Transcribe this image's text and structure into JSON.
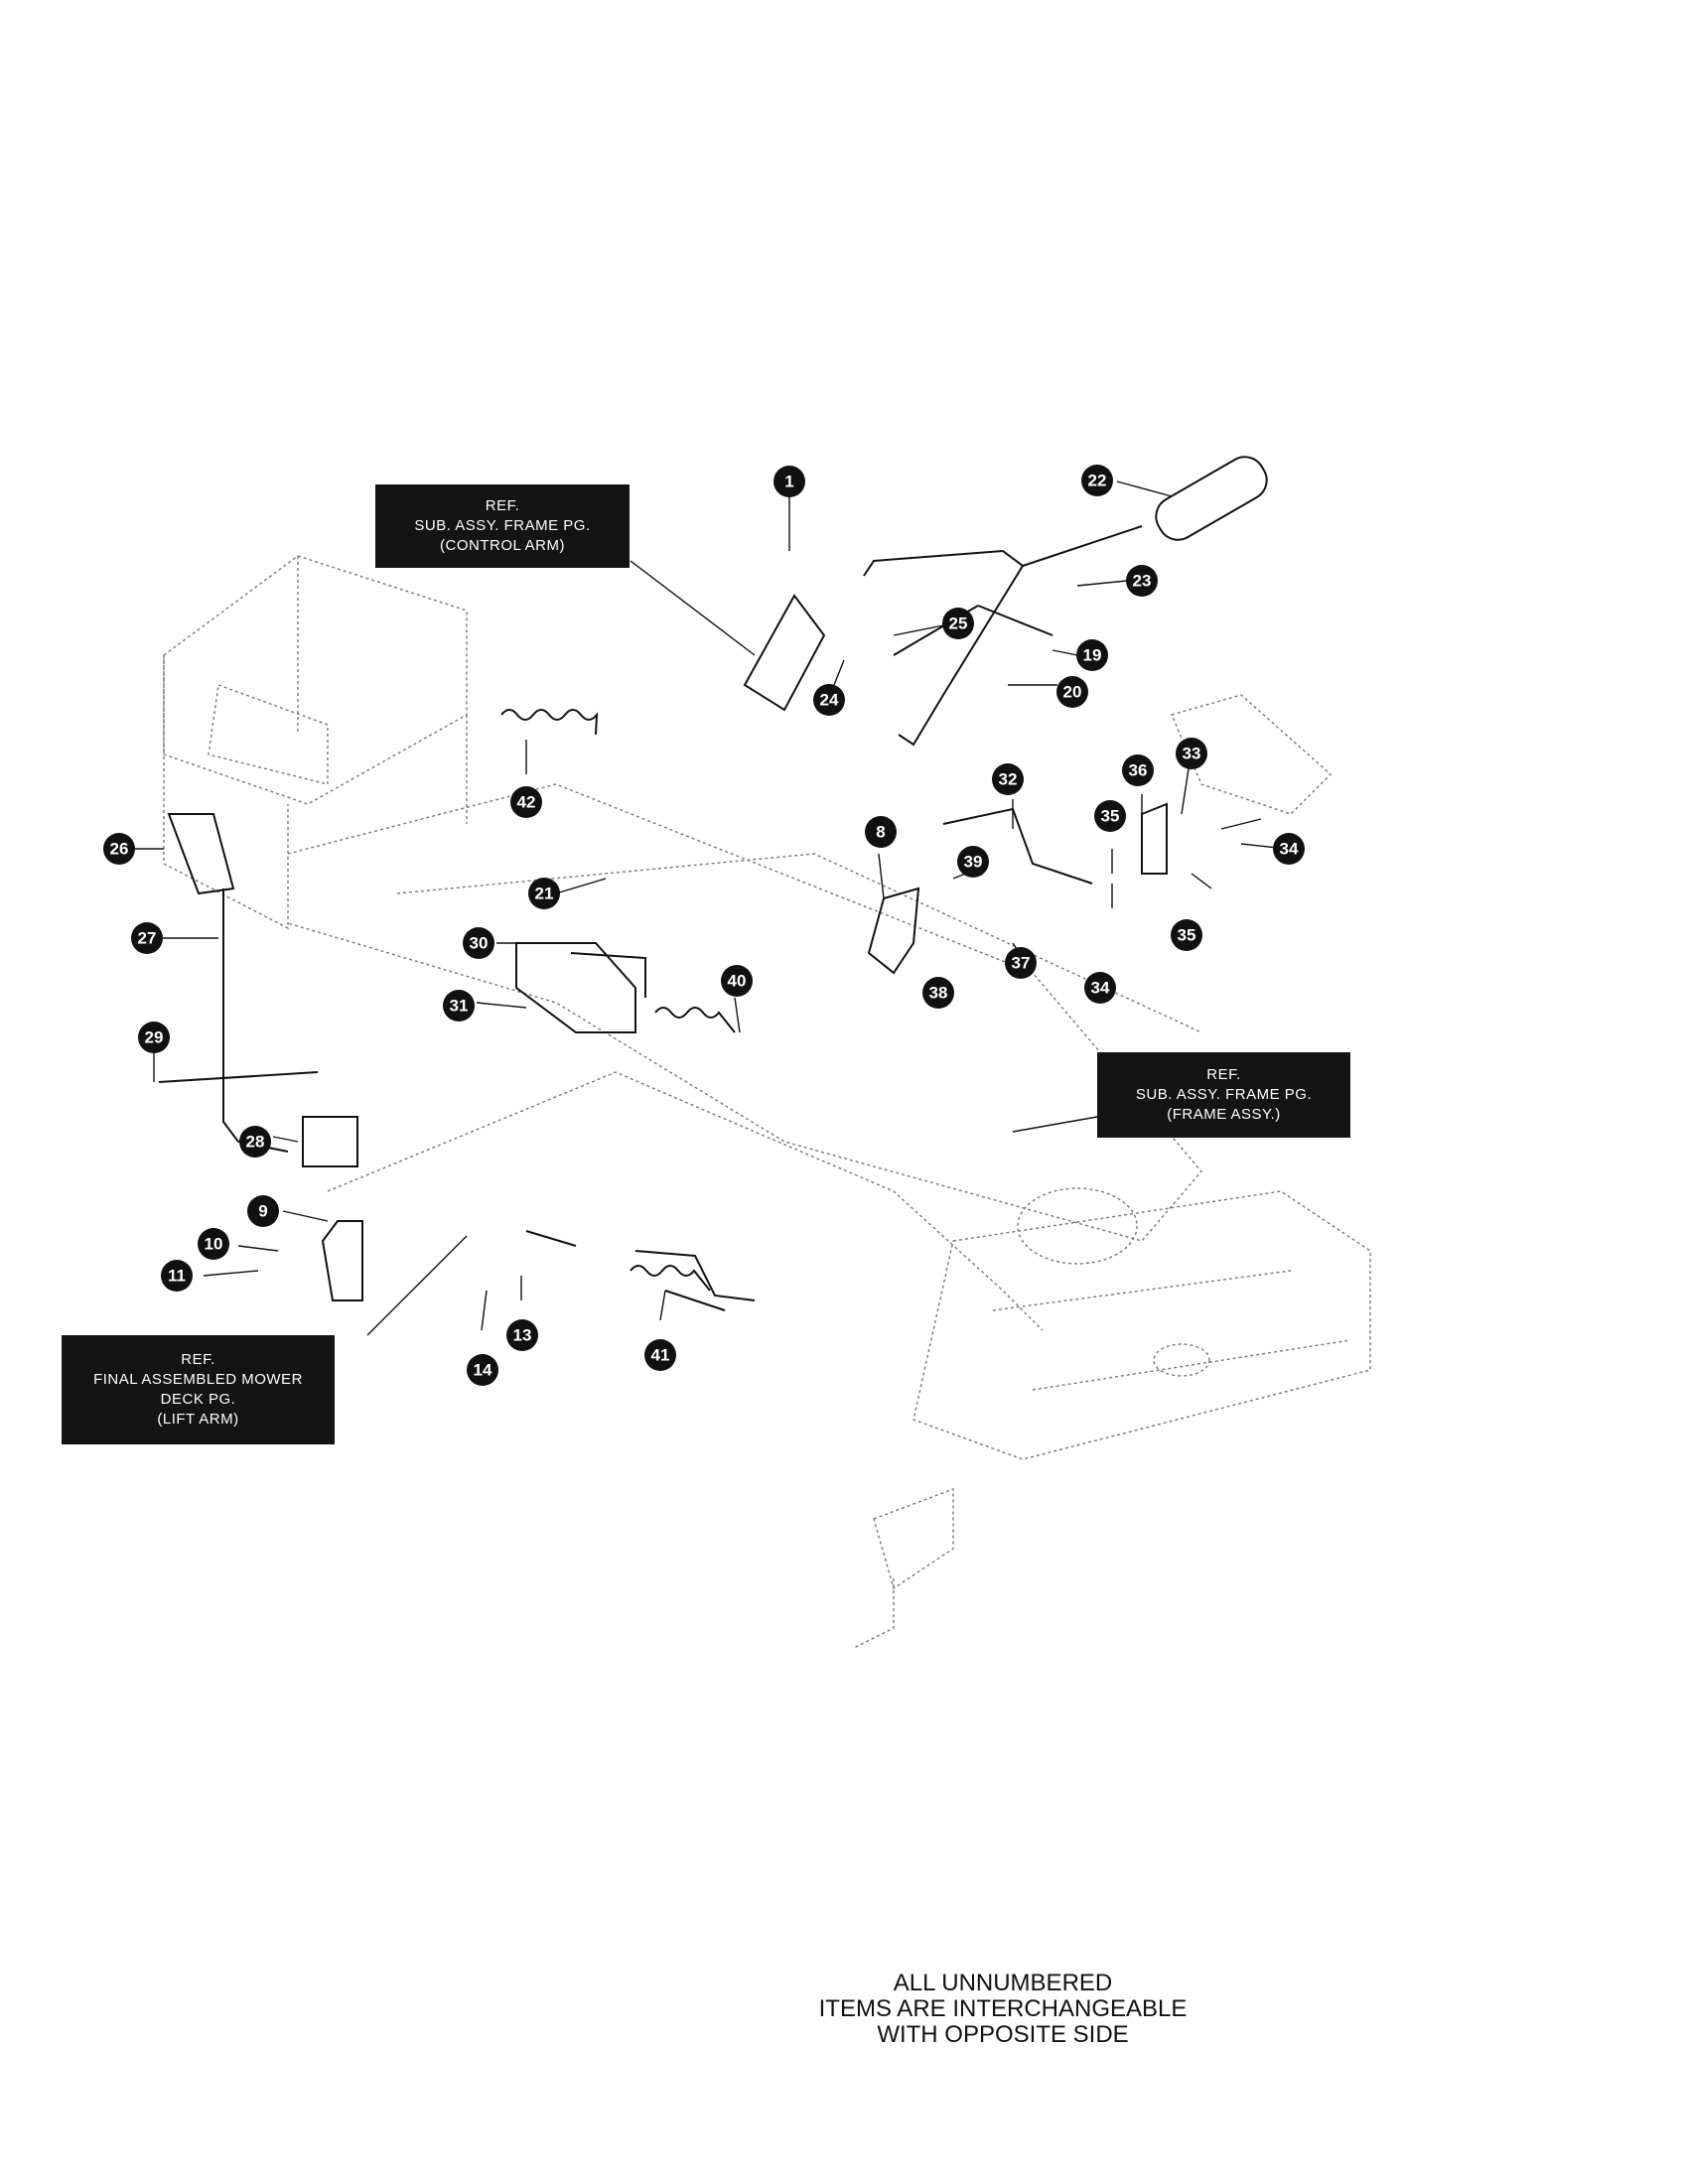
{
  "reference_boxes": [
    {
      "id": "control-arm",
      "lines": [
        "REF.",
        "SUB. ASSY. FRAME PG.",
        "(CONTROL ARM)"
      ]
    },
    {
      "id": "frame-assy",
      "lines": [
        "REF.",
        "SUB. ASSY. FRAME PG.",
        "(FRAME ASSY.)"
      ]
    },
    {
      "id": "lift-arm",
      "lines": [
        "REF.",
        "FINAL ASSEMBLED MOWER",
        "DECK PG.",
        "(LIFT ARM)"
      ]
    }
  ],
  "note": {
    "lines": [
      "ALL UNNUMBERED",
      "ITEMS ARE INTERCHANGEABLE",
      "WITH OPPOSITE SIDE"
    ]
  },
  "callouts": [
    "1",
    "22",
    "23",
    "25",
    "19",
    "20",
    "24",
    "26",
    "42",
    "21",
    "27",
    "29",
    "28",
    "30",
    "31",
    "40",
    "8",
    "32",
    "39",
    "38",
    "37",
    "36",
    "33",
    "35",
    "34",
    "35",
    "34",
    "9",
    "10",
    "11",
    "13",
    "14",
    "41"
  ]
}
